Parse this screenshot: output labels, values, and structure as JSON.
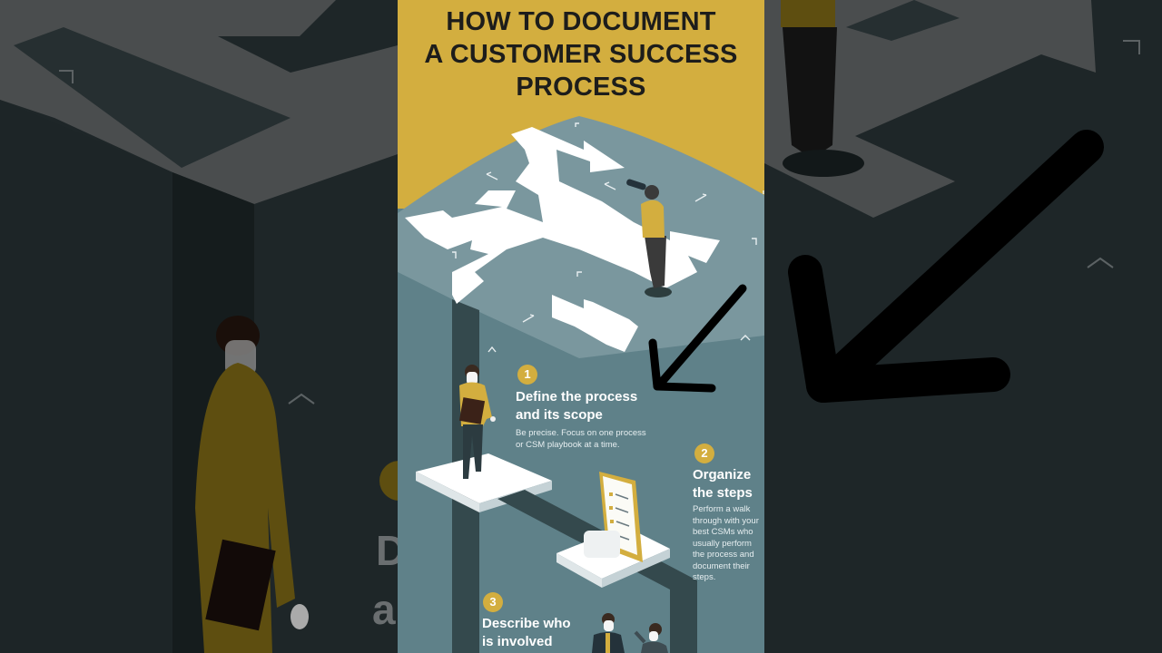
{
  "infographic": {
    "title_lines": [
      "HOW TO DOCUMENT",
      "A CUSTOMER SUCCESS",
      "PROCESS"
    ],
    "steps": [
      {
        "number": "1",
        "title_lines": [
          "Define the process",
          "and its scope"
        ],
        "description_lines": [
          "Be precise. Focus on one process",
          "or CSM playbook at a time."
        ]
      },
      {
        "number": "2",
        "title_lines": [
          "Organize",
          "the steps"
        ],
        "description_lines": [
          "Perform a walk",
          "through with your",
          "best CSMs who",
          "usually perform",
          "the process and",
          "document their",
          "steps."
        ]
      },
      {
        "number": "3",
        "title_lines": [
          "Describe who",
          "is involved"
        ],
        "description_lines": []
      }
    ]
  },
  "background_side_text": [
    "D",
    "a"
  ],
  "colors": {
    "accent_yellow": "#d3ae3f",
    "teal_surface": "#5f8189",
    "path_white": "#ffffff",
    "dim_background": "#1e2628",
    "annotation_arrow": "#000000"
  },
  "icons": [
    "maze-arrows",
    "person-with-telescope",
    "person-with-folder",
    "checklist-document",
    "two-people-talking",
    "annotation-arrow-down-left"
  ]
}
